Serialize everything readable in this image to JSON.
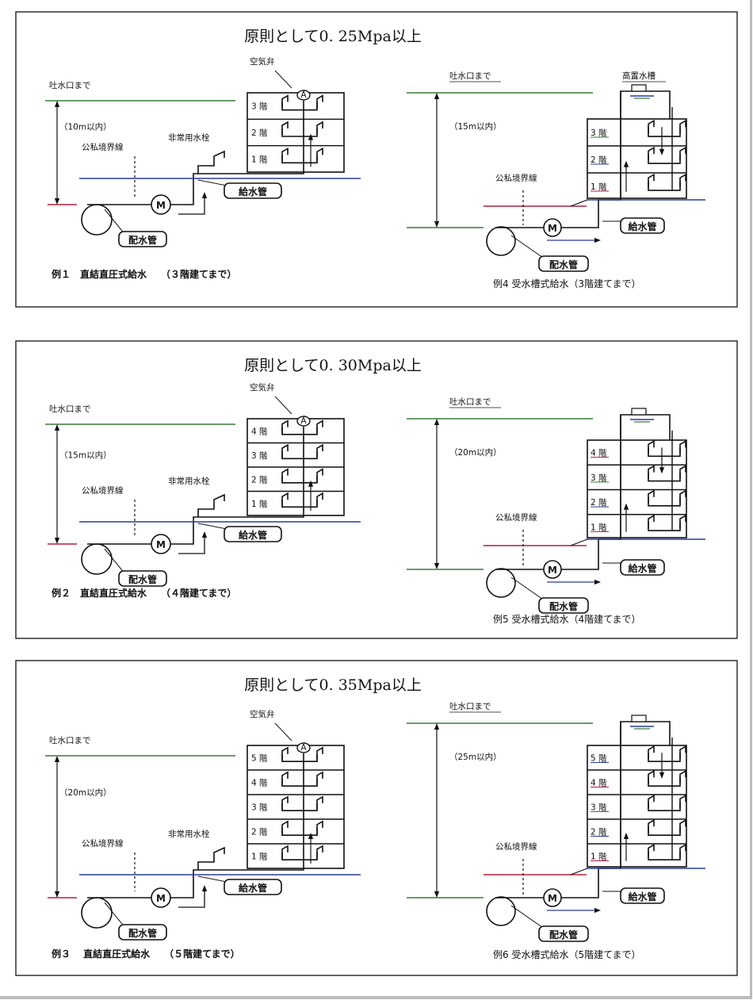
{
  "panels": [
    {
      "title": "原則として0. 25Mpa以上",
      "direct": {
        "caption": "例１　直結直圧式給水　　（３階建てまで）",
        "range": "（10m以内）",
        "floors": [
          "1 階",
          "2 階",
          "3 階"
        ]
      },
      "tank": {
        "caption": "例4 受水槽式給水（3階建てまで）",
        "range": "（15m以内）",
        "floors": [
          "1 階",
          "2 階",
          "3 階"
        ],
        "tank_label": "高置水槽"
      }
    },
    {
      "title": "原則として0. 30Mpa以上",
      "direct": {
        "caption": "例２　直結直圧式給水　　（４階建てまで）",
        "range": "（15m以内）",
        "floors": [
          "1 階",
          "2 階",
          "3 階",
          "4 階"
        ]
      },
      "tank": {
        "caption": "例5 受水槽式給水（4階建てまで）",
        "range": "（20m以内）",
        "floors": [
          "1 階",
          "2 階",
          "3 階",
          "4 階"
        ],
        "tank_label": ""
      }
    },
    {
      "title": "原則として0. 35Mpa以上",
      "direct": {
        "caption": "例３　 直結直圧式給水　　（５階建てまで）",
        "range": "（20m以内）",
        "floors": [
          "1 階",
          "2 階",
          "3 階",
          "4 階",
          "5 階"
        ]
      },
      "tank": {
        "caption": "例6 受水槽式給水（5階建てまで）",
        "range": "（25m以内）",
        "floors": [
          "1 階",
          "2 階",
          "3 階",
          "4 階",
          "5 階"
        ],
        "tank_label": ""
      }
    }
  ],
  "labels": {
    "outlet": "吐水口まで",
    "boundary": "公私境界線",
    "hydrant": "非常用水栓",
    "air_valve": "空気弁",
    "service_pipe": "給水管",
    "main_pipe": "配水管",
    "meter": "M",
    "valve": "A"
  },
  "colors": {
    "line": "#111111",
    "accent_red": "#b0203a",
    "accent_blue": "#2a3a9a",
    "accent_green": "#3a7a3a"
  }
}
